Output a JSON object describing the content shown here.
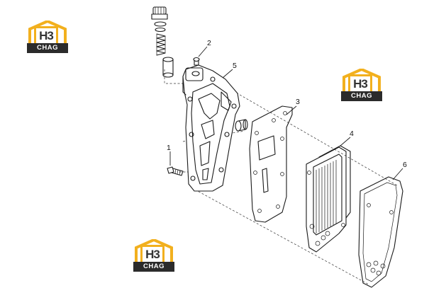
{
  "logo": {
    "mark": "H3",
    "name": "CHAG"
  },
  "callouts": {
    "c1": "1",
    "c2": "2",
    "c3": "3",
    "c4": "4",
    "c5": "5",
    "c6": "6"
  },
  "colors": {
    "logo_accent": "#f2b01e",
    "logo_bar": "#2b2b2b",
    "line": "#1a1a1a"
  }
}
